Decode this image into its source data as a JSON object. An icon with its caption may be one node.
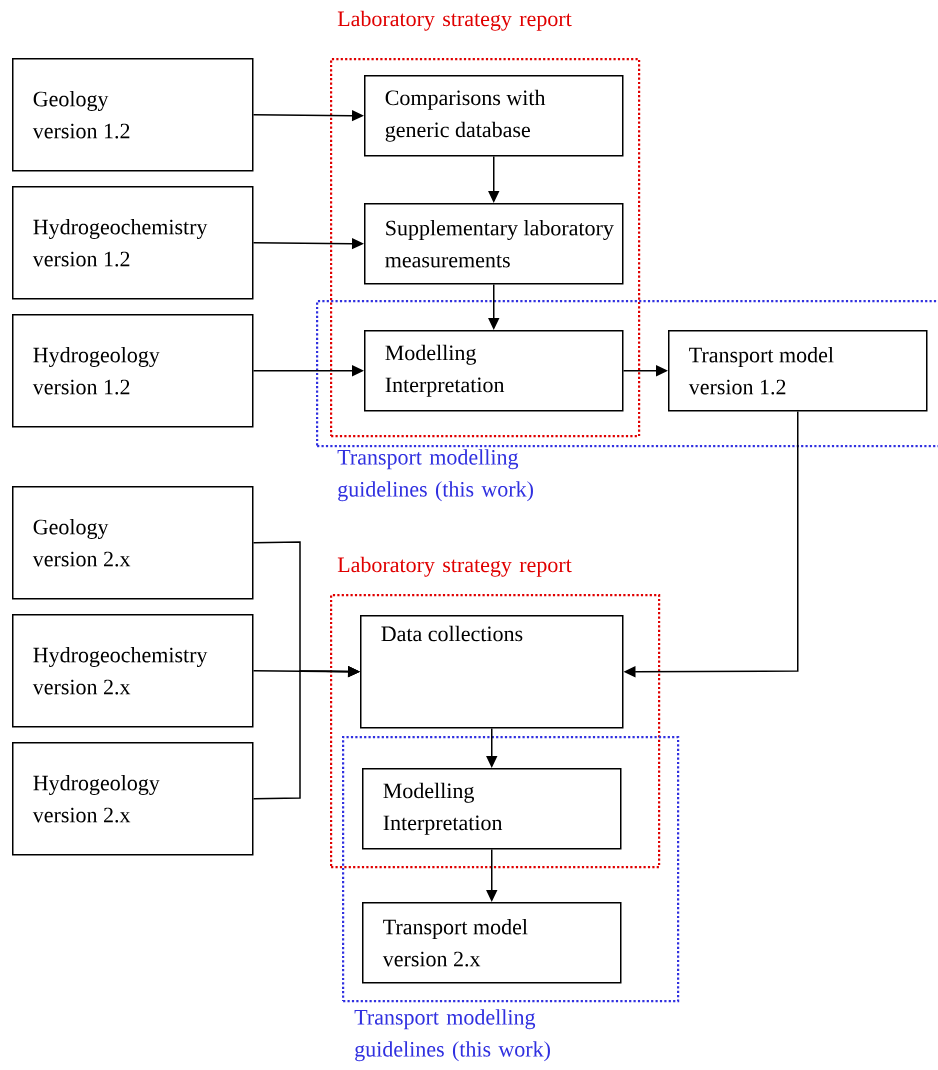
{
  "diagram": {
    "nodes": [
      {
        "text": [
          "Geology version 1.2"
        ]
      },
      {
        "text": [
          "Hydrogeochemistry version 1.2"
        ]
      },
      {
        "text": [
          "Hydrogeology version 1.2"
        ]
      },
      {
        "text": [
          "Laboratory strategy report"
        ]
      },
      {
        "text": [
          "Comparisons with generic database"
        ],
        "in": 3
      },
      {
        "text": [
          "Supplementary laboratory measurements"
        ],
        "in": 3
      },
      {
        "text": [
          "Transport modelling guidelines (this work)"
        ]
      },
      {
        "text": [
          "Modelling Interpretation"
        ]
      },
      {
        "text": [
          "Transport model version 1.2"
        ],
        "in": 6
      },
      {
        "text": [
          "Geology version 2.x"
        ]
      },
      {
        "text": [
          "Hydrogeochemistry version 2.x"
        ]
      },
      {
        "text": [
          "Hydrogeology version 2.x"
        ]
      },
      {
        "text": [
          "Laboratory strategy report"
        ]
      },
      {
        "text": [
          "Data collections"
        ],
        "in": 12
      },
      {
        "text": [
          "Transport modelling guidelines (this work)"
        ]
      },
      {
        "text": [
          "Modelling Interpretation"
        ]
      },
      {
        "text": [
          "Transport model version 2.x"
        ],
        "in": 14
      }
    ],
    "edges": [
      {
        "from": 0,
        "to": 4,
        "arrow": "to"
      },
      {
        "from": 1,
        "to": 5,
        "arrow": "to"
      },
      {
        "from": 2,
        "to": 7,
        "arrow": "to"
      },
      {
        "from": 4,
        "to": 5,
        "arrow": "to"
      },
      {
        "from": 5,
        "to": 7,
        "arrow": "to"
      },
      {
        "from": 7,
        "to": 8,
        "arrow": "to"
      },
      {
        "from": 8,
        "to": 13,
        "arrow": "to"
      },
      {
        "from": 9,
        "to": 13,
        "arrow": "to"
      },
      {
        "from": 10,
        "to": 13,
        "arrow": "to"
      },
      {
        "from": 11,
        "to": 13,
        "arrow": "to"
      },
      {
        "from": 13,
        "to": 15,
        "arrow": "to"
      },
      {
        "from": 15,
        "to": 16,
        "arrow": "to"
      }
    ]
  }
}
